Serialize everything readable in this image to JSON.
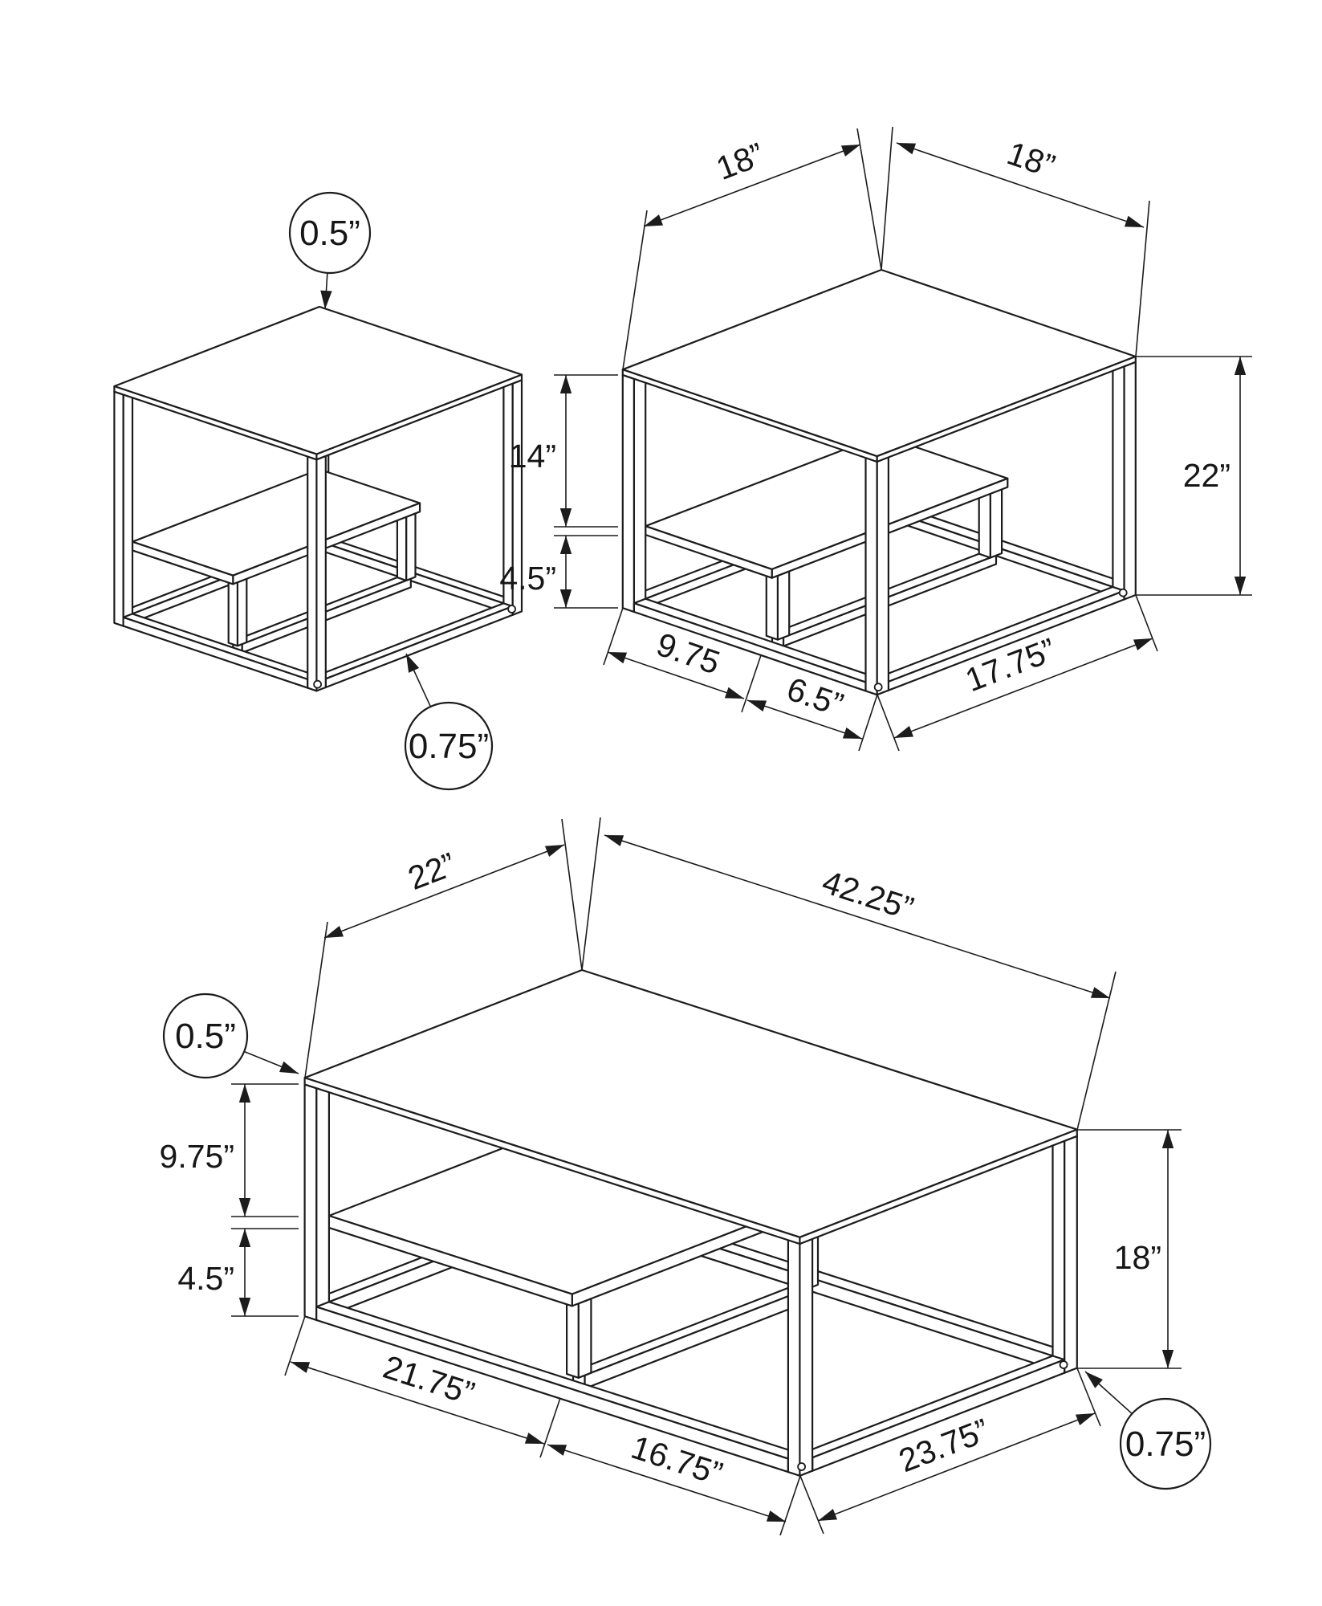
{
  "diagram": {
    "end_table_plain": {
      "callout_top_thickness": "0.5”",
      "callout_frame_thickness": "0.75”"
    },
    "end_table_dimensioned": {
      "dim_top_width": "18”",
      "dim_top_depth": "18”",
      "dim_height": "22”",
      "dim_top_to_shelf": "14”",
      "dim_shelf_clearance": "4.5”",
      "dim_bottom_shelf_width": "9.75",
      "dim_bottom_gap": "6.5”",
      "dim_bottom_depth": "17.75”"
    },
    "coffee_table": {
      "callout_top_thickness": "0.5”",
      "callout_frame_thickness": "0.75”",
      "dim_top_depth": "22”",
      "dim_top_width": "42.25”",
      "dim_top_to_shelf": "9.75”",
      "dim_shelf_clearance": "4.5”",
      "dim_height": "18”",
      "dim_bottom_shelf_width": "21.75”",
      "dim_bottom_gap": "16.75”",
      "dim_bottom_depth": "23.75”"
    }
  }
}
